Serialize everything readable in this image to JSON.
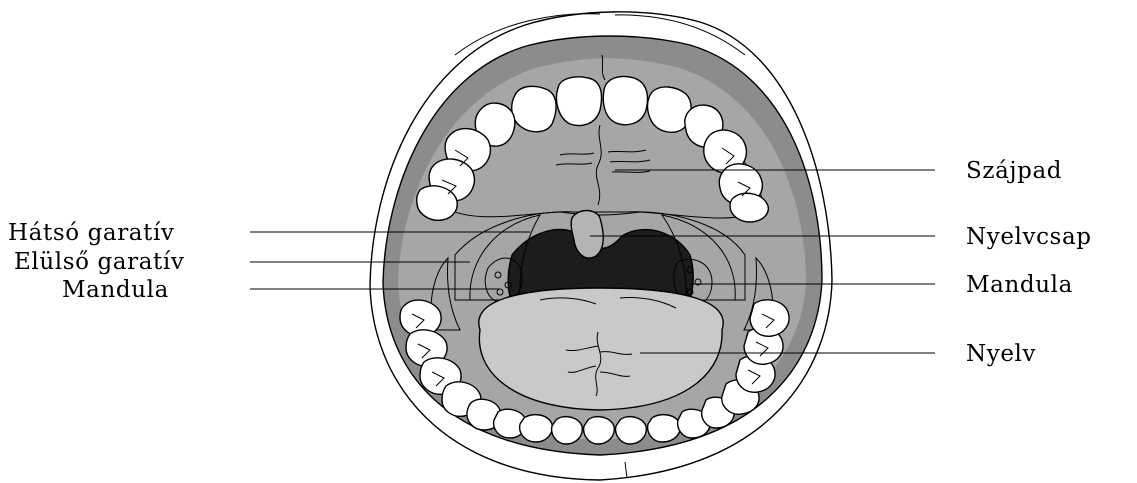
{
  "labels": {
    "left": [
      "Hátsó garatív",
      "Elülső garatív",
      "Mandula"
    ],
    "right": [
      "Szájpad",
      "Nyelvcsap",
      "Mandula",
      "Nyelv"
    ]
  },
  "colors": {
    "lips": "#ffffff",
    "oral_cavity": "#8c8c8c",
    "palate": "#b4b4b4",
    "cheek": "#a6a6a6",
    "throat": "#1c1c1c",
    "tonsil": "#5c5c5c",
    "tongue": "#c9c9c9",
    "teeth": "#ffffff"
  }
}
